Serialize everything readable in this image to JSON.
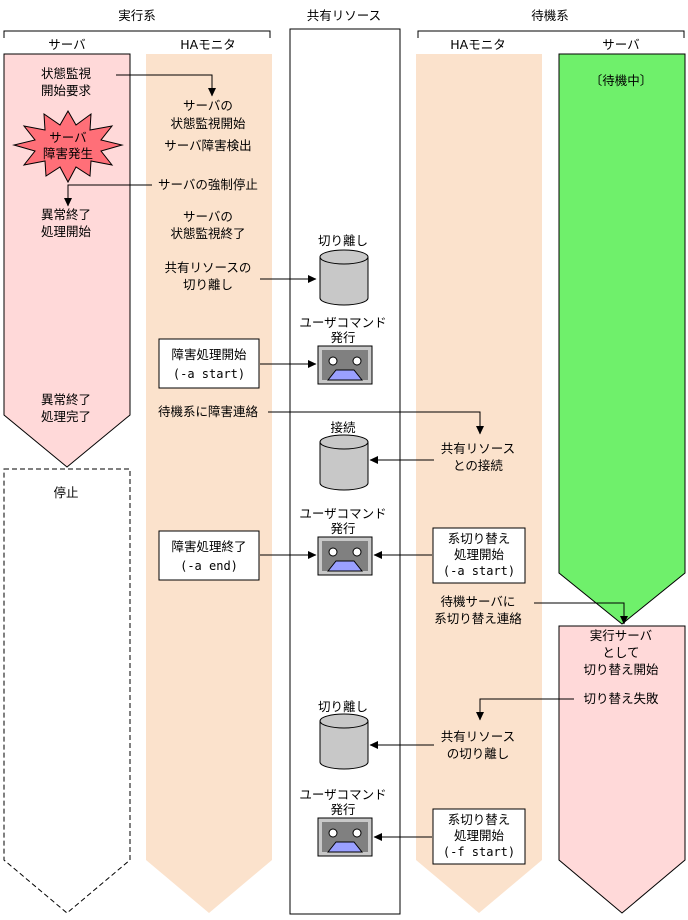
{
  "groups": {
    "active": "実行系",
    "shared": "共有リソース",
    "standby": "待機系"
  },
  "columns": {
    "active_server": "サーバ",
    "active_monitor": "HAモニタ",
    "standby_monitor": "HAモニタ",
    "standby_server": "サーバ"
  },
  "active_server": {
    "monitor_request": [
      "状態監視",
      "開始要求"
    ],
    "failure": [
      "サーバ",
      "障害発生"
    ],
    "abend_start": [
      "異常終了",
      "処理開始"
    ],
    "abend_done": [
      "異常終了",
      "処理完了"
    ],
    "stopped": "停止"
  },
  "active_monitor": {
    "monitor_start": [
      "サーバの",
      "状態監視開始"
    ],
    "failure_detect": "サーバ障害検出",
    "force_stop": "サーバの強制停止",
    "monitor_end": [
      "サーバの",
      "状態監視終了"
    ],
    "detach": [
      "共有リソースの",
      "切り離し"
    ],
    "fault_start": [
      "障害処理開始",
      "(-a start)"
    ],
    "notify": "待機系に障害連絡",
    "fault_end": [
      "障害処理終了",
      "(-a end)"
    ]
  },
  "shared": {
    "detach1": "切り離し",
    "cmd1": [
      "ユーザコマンド",
      "発行"
    ],
    "connect": "接続",
    "cmd2": [
      "ユーザコマンド",
      "発行"
    ],
    "detach2": "切り離し",
    "cmd3": [
      "ユーザコマンド",
      "発行"
    ]
  },
  "standby_monitor": {
    "connect": [
      "共有リソース",
      "との接続"
    ],
    "switch1": [
      "系切り替え",
      "処理開始",
      "(-a start)"
    ],
    "notify": [
      "待機サーバに",
      "系切り替え連絡"
    ],
    "detach": [
      "共有リソース",
      "の切り離し"
    ],
    "switch2": [
      "系切り替え",
      "処理開始",
      "(-f start)"
    ]
  },
  "standby_server": {
    "waiting": "〔待機中〕",
    "switch_start": [
      "実行サーバ",
      "として",
      "切り替え開始"
    ],
    "switch_fail": "切り替え失敗"
  },
  "colors": {
    "server_active": "#ffd9d9",
    "monitor": "#fbe2cc",
    "standby_waiting": "#6ff06b",
    "burst": "#ff6f78"
  }
}
